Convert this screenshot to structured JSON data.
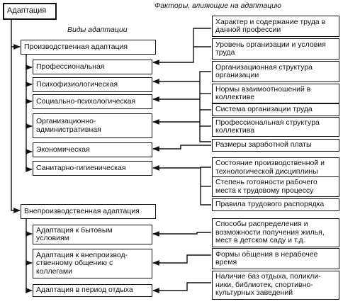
{
  "root": "Адаптация",
  "caption_types": "Виды адаптации",
  "caption_factors": "Факторы, влияющие на адаптацию",
  "production": {
    "label": "Производственная адаптация",
    "types": [
      "Профессиональная",
      "Психофизиологическая",
      "Социально-психологическая",
      "Организационно-\nадминистративная",
      "Экономическая",
      "Санитарно-гигиеническая"
    ],
    "factors": [
      "Характер и содержание труда в\nданной профессии",
      "Уровень организации и условия\nтруда",
      "Организационная структура\nорганизации",
      "Нормы взаимоотношений в\nколлективе",
      "Система организации труда",
      "Профессиональная структура\nколлектива",
      "Размеры заработной платы",
      "Состояние производственной и\nтехнологической дисциплины",
      "Степень готовности рабочего\nместа к трудовому процессу",
      "Правила трудового распорядка"
    ]
  },
  "nonproduction": {
    "label": "Внепроизводственная адаптация",
    "types": [
      "Адаптация к бытовым\nусловиям",
      "Адаптация к внепроизвод-\nственному общению с\nколлегами",
      "Адаптация в период отдыха"
    ],
    "factors": [
      "Способы распределения и\nвозможности получения жилья,\nмест в детском саду и т.д.",
      "Формы общения в нерабочее\nвремя",
      "Наличие баз отдыха, поликли-\nники, библиотек, спортивно-\nкультурных заведений"
    ]
  }
}
